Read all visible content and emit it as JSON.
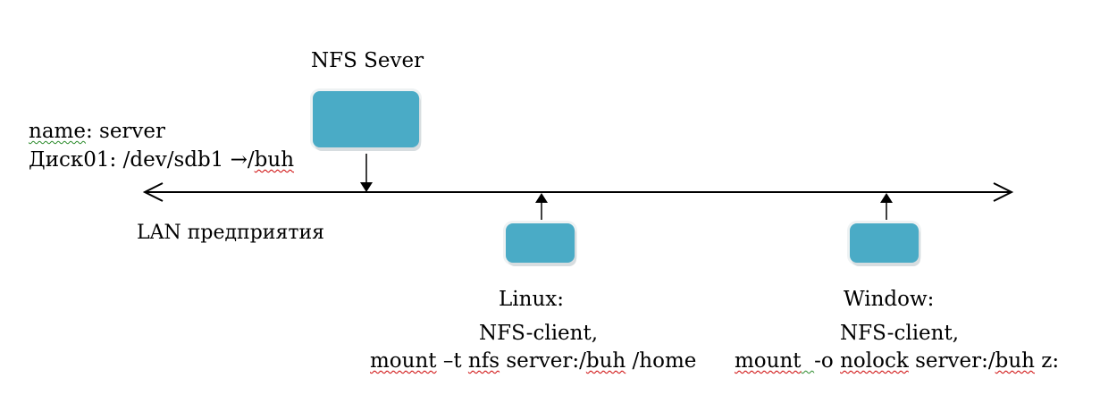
{
  "server": {
    "title": "NFS Sever",
    "name_key": "name",
    "name_val": ": server",
    "disk_prefix": "Диск01: /dev/sdb1 →/",
    "disk_path": "buh"
  },
  "network": {
    "lan_label": "LAN предприятия"
  },
  "linux_client": {
    "title": "Linux:",
    "role": "NFS-client,",
    "cmd_mount": "mount",
    "cmd_t": " –t ",
    "cmd_nfs": "nfs",
    "cmd_server": " server:/",
    "cmd_buh": "buh",
    "cmd_home": " /home"
  },
  "windows_client": {
    "title": "Window:",
    "role": "NFS-client,",
    "cmd_mount": "mount",
    "cmd_gap": "  ",
    "cmd_o": "-o ",
    "cmd_nolock": "nolock",
    "cmd_server": " server:/",
    "cmd_buh": "buh",
    "cmd_z": " z:"
  },
  "colors": {
    "node_fill": "#4aabc6",
    "line": "#000000",
    "spell_error": "#cc0000"
  }
}
